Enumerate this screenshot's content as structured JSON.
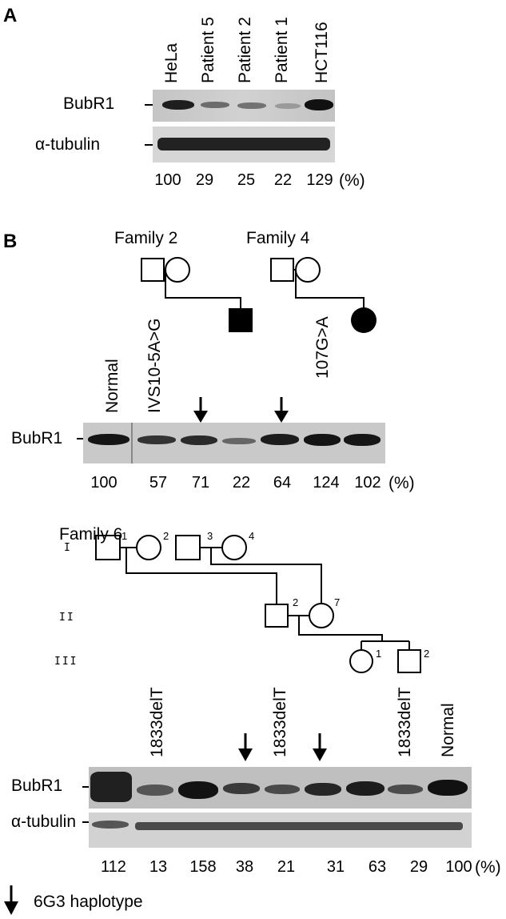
{
  "panel_a": {
    "letter": "A",
    "lanes": [
      "HeLa",
      "Patient 5",
      "Patient 2",
      "Patient 1",
      "HCT116"
    ],
    "row_labels": [
      "BubR1",
      "α-tubulin"
    ],
    "values": [
      "100",
      "29",
      "25",
      "22",
      "129"
    ],
    "unit": "(%)"
  },
  "panel_b": {
    "letter": "B",
    "families": [
      "Family 2",
      "Family 4"
    ],
    "lane_labels": [
      "Normal",
      "IVS10-5A>G",
      "107G>A"
    ],
    "row_label": "BubR1",
    "values": [
      "100",
      "57",
      "71",
      "22",
      "64",
      "124",
      "102"
    ],
    "unit": "(%)"
  },
  "family6": {
    "title": "Family 6",
    "generations": [
      "I",
      "II",
      "III"
    ],
    "individual_numbers": [
      "1",
      "2",
      "3",
      "4",
      "2",
      "7",
      "1",
      "2"
    ],
    "mutation_labels": [
      "1833delT",
      "1833delT",
      "1833delT"
    ],
    "normal_label": "Normal",
    "row_labels": [
      "BubR1",
      "α-tubulin"
    ],
    "values": [
      "112",
      "13",
      "158",
      "38",
      "21",
      "31",
      "63",
      "29",
      "100"
    ],
    "unit": "(%)"
  },
  "legend": {
    "label": "6G3 haplotype",
    "icon": "down-arrow-icon"
  }
}
